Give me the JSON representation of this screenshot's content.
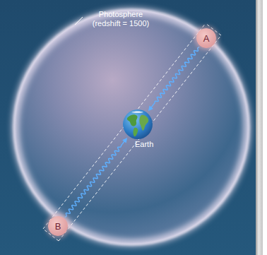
{
  "diagram": {
    "nodes": [
      {
        "text": [
          "A"
        ]
      },
      {
        "text": [
          "Earth"
        ]
      },
      {
        "text": [
          "B"
        ]
      }
    ],
    "edges": [
      {
        "from": 0,
        "to": 1,
        "arrow": "to"
      },
      {
        "from": 2,
        "to": 1,
        "arrow": "to"
      }
    ],
    "labels": [
      "Photosphere (redshift = 1500)"
    ]
  }
}
